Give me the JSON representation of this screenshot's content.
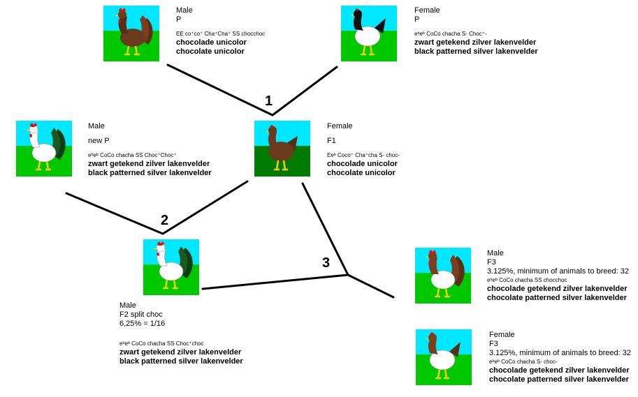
{
  "diagram": {
    "steps": [
      "1",
      "2",
      "3"
    ],
    "birds": [
      {
        "sex": "Male",
        "generation": "P",
        "genotype": "EE co⁺co⁺ Cha⁺Cha⁺ SS chocchoc",
        "name_nl": "chocolade unicolor",
        "name_en": "chocolate unicolor",
        "image": "rooster-chocolate-icon"
      },
      {
        "sex": "Female",
        "generation": "P",
        "genotype": "eᵇeᵇ CoCo chacha S- Choc⁺-",
        "name_nl": "zwart getekend zilver lakenvelder",
        "name_en": "black patterned silver lakenvelder",
        "image": "hen-lakenvelder-icon"
      },
      {
        "sex": "Male",
        "generation": "new P",
        "genotype": "eᵇeᵇ CoCo chacha SS Choc⁺Choc⁺",
        "name_nl": "zwart getekend zilver lakenvelder",
        "name_en": "black patterned silver lakenvelder",
        "image": "rooster-lakenvelder-icon"
      },
      {
        "sex": "Female",
        "generation": "F1",
        "genotype": "Eeᵇ Coco⁺ Cha⁺cha S- choc-",
        "name_nl": "chocolade unicolor",
        "name_en": "chocolate unicolor",
        "image": "hen-chocolate-icon"
      },
      {
        "sex": "Male",
        "generation": "F2 split choc",
        "ratio": "6,25% = 1/16",
        "genotype": "eᵇeᵇ CoCo chacha SS Choc⁺choc",
        "name_nl": "zwart getekend zilver lakenvelder",
        "name_en": "black patterned silver lakenvelder",
        "image": "rooster-lakenvelder-icon"
      },
      {
        "sex": "Male",
        "generation": "F3",
        "ratio": "3.125%, minimum of animals to breed: 32",
        "genotype": "eᵇeᵇ CoCo chacha SS chocchoc",
        "name_nl": "chocolade getekend zilver lakenvelder",
        "name_en": "chocolate patterned silver lakenvelder",
        "image": "rooster-choc-lakenvelder-icon"
      },
      {
        "sex": "Female",
        "generation": "F3",
        "ratio": "3.125%, minimum of animals to breed: 32",
        "genotype": "eᵇeᵇ CoCo chacha S- choc-",
        "name_nl": "chocolade getekend zilver lakenvelder",
        "name_en": "chocolate patterned silver lakenvelder",
        "image": "hen-choc-lakenvelder-icon"
      }
    ],
    "colors": {
      "sky": "#00e8ff",
      "grass_light": "#00c800",
      "grass_dark": "#007a00",
      "chocolate": "#6a3a1c",
      "black": "#0d3d12",
      "white": "#ffffff",
      "comb": "#e01010",
      "legs": "#f0d000"
    }
  }
}
